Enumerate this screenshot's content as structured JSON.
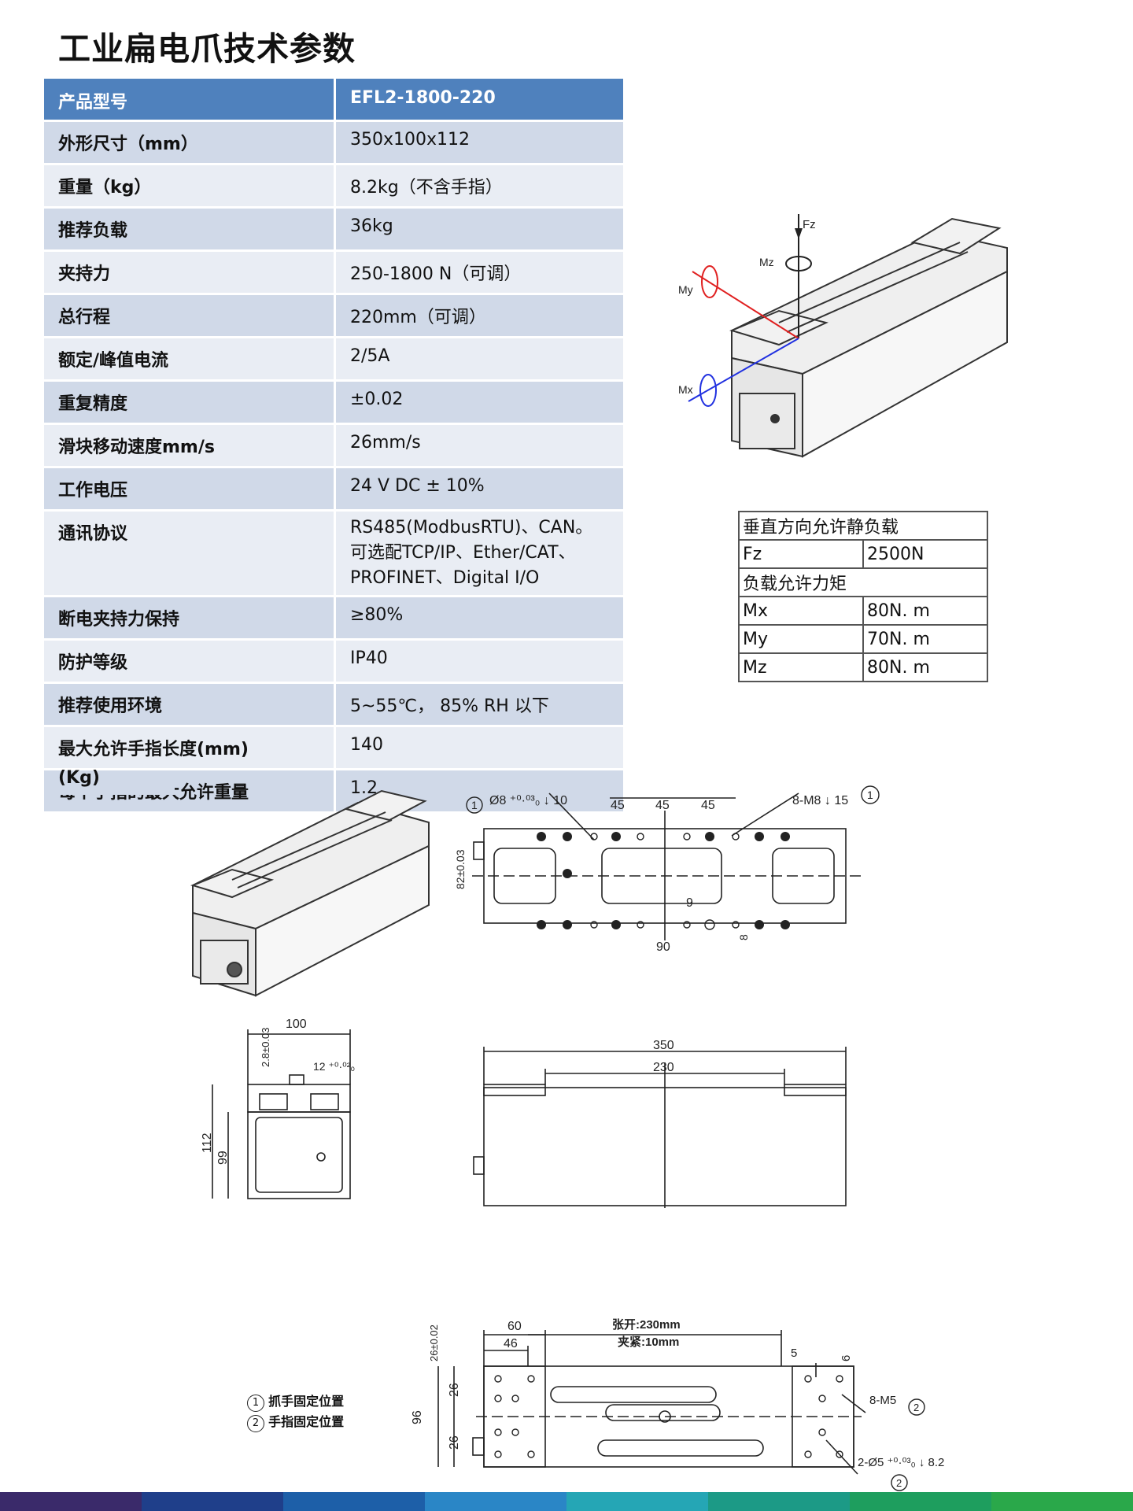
{
  "title": "工业扁电爪技术参数",
  "spec_table": {
    "header": {
      "label": "产品型号",
      "value": "EFL2-1800-220"
    },
    "rows": [
      {
        "label": "外形尺寸（mm）",
        "value": "350x100x112"
      },
      {
        "label": "重量（kg）",
        "value": "8.2kg（不含手指）"
      },
      {
        "label": "推荐负载",
        "value": "36kg"
      },
      {
        "label": "夹持力",
        "value": "250-1800 N（可调）"
      },
      {
        "label": "总行程",
        "value": "220mm（可调）"
      },
      {
        "label": "额定/峰值电流",
        "value": "2/5A"
      },
      {
        "label": "重复精度",
        "value": "±0.02"
      },
      {
        "label": "滑块移动速度mm/s",
        "value": "26mm/s"
      },
      {
        "label": "工作电压",
        "value": "24 V DC ± 10%"
      },
      {
        "label": "通讯协议",
        "value": " RS485(ModbusRTU)、CAN。\n可选配TCP/IP、Ether/CAT、\nPROFINET、Digital I/O"
      },
      {
        "label": "断电夹持力保持",
        "value": "≥80%"
      },
      {
        "label": "防护等级",
        "value": "IP40"
      },
      {
        "label": "推荐使用环境",
        "value": "5~55℃， 85% RH 以下"
      },
      {
        "label": "最大允许手指长度(mm)",
        "value": "140"
      },
      {
        "label": "每个手指的最大允许重量",
        "value": "1.2"
      }
    ],
    "last_row_tail": "(Kg)"
  },
  "load_table": {
    "static_load_title": "垂直方向允许静负载",
    "fz_label": "Fz",
    "fz_value": "2500N",
    "moment_title": "负载允许力矩",
    "mx_label": "Mx",
    "mx_value": "80N. m",
    "my_label": "My",
    "my_value": "70N. m",
    "mz_label": "Mz",
    "mz_value": "80N. m"
  },
  "iso_diagram": {
    "fz": "Fz",
    "mz": "Mz",
    "my": "My",
    "mx": "Mx"
  },
  "top_view": {
    "callout1": "1",
    "hole_spec": "Ø8 ⁺⁰·⁰³₀ ↓ 10",
    "d45a": "45",
    "d45b": "45",
    "d45c": "45",
    "m8_spec": "8-M8 ↓ 15",
    "callout1b": "1",
    "d82": "82±0.03",
    "d9": "9",
    "d90": "90",
    "d8": "8"
  },
  "side_view": {
    "d100": "100",
    "d2_8": "2.8±0.03",
    "d12": "12 ⁺⁰·⁰²₀",
    "d112": "112",
    "d99": "99"
  },
  "front_view": {
    "d350": "350",
    "d230": "230"
  },
  "bottom_view": {
    "d60": "60",
    "d46": "46",
    "open": "张开:230mm",
    "close": "夹紧:10mm",
    "d26top": "26±0.02",
    "d26a": "26",
    "d26b": "26",
    "d96": "96",
    "d5": "5",
    "d6": "6",
    "m5": "8-M5",
    "c2a": "2",
    "hole": "2-Ø5 ⁺⁰·⁰³₀ ↓ 8.2",
    "c2b": "2"
  },
  "legend": {
    "n1": "1",
    "l1": "抓手固定位置",
    "n2": "2",
    "l2": "手指固定位置"
  },
  "footer_colors": [
    "#3a2a6a",
    "#1f3f8a",
    "#1d5fa8",
    "#2a86c6",
    "#25a6b5",
    "#1c9a86",
    "#1e9e5e",
    "#2aa84a"
  ]
}
